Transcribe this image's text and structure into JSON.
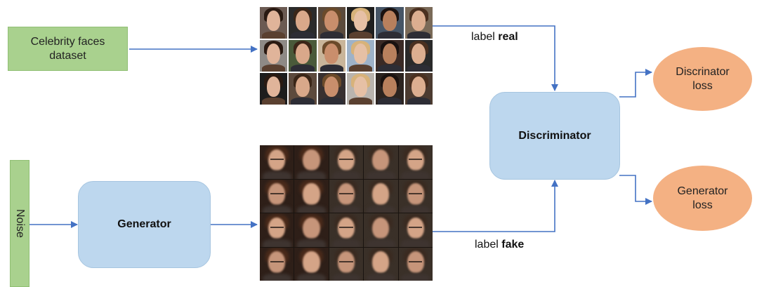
{
  "dataset_box": {
    "line1": "Celebrity faces",
    "line2": "dataset"
  },
  "noise_label": "Noise",
  "generator_label": "Generator",
  "discriminator_label": "Discriminator",
  "real_label": {
    "prefix": "label ",
    "bold": "real"
  },
  "fake_label": {
    "prefix": "label ",
    "bold": "fake"
  },
  "disc_loss": {
    "line1": "Discrinator",
    "line2": "loss"
  },
  "gen_loss": {
    "line1": "Generator",
    "line2": "loss"
  },
  "colors": {
    "box_green": "#a9d18e",
    "box_blue": "#bdd7ee",
    "ellipse_orange": "#f4b183",
    "arrow": "#4472c4"
  },
  "real_faces_grid": {
    "rows": 3,
    "cols": 6
  },
  "fake_faces_grid": {
    "rows": 4,
    "cols": 5
  }
}
